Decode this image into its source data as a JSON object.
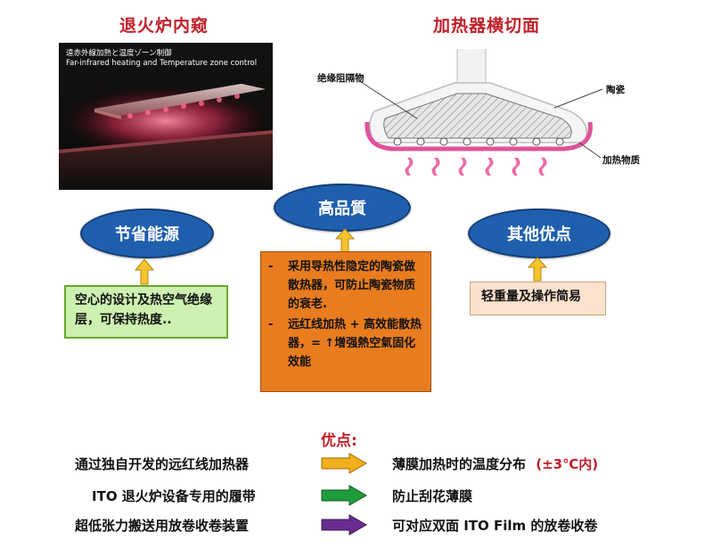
{
  "titles": {
    "kiln": "退火炉内窥",
    "cross_section": "加热器横切面"
  },
  "photo": {
    "caption_jp": "遠赤外線加熱と温度ゾーン制御",
    "caption_en": "Far-infrared heating and Temperature zone control"
  },
  "diagram": {
    "insulator_label": "绝缘阻隔物",
    "ceramic_label": "陶瓷",
    "heating_label": "加热物质"
  },
  "nodes": {
    "energy": "节省能源",
    "quality": "高品質",
    "other": "其他优点"
  },
  "boxes": {
    "energy_text": "空心的设计及热空气绝缘层，可保持热度..",
    "quality_items": [
      {
        "dash": "-",
        "text": "采用导热性隐定的陶瓷做散热器，可防止陶瓷物质的衰老."
      },
      {
        "dash": "-",
        "text": "远红线加热 + 高效能散热器，= ↑增强熱空氣固化效能"
      }
    ],
    "other_text": "轻重量及操作简易"
  },
  "advantages": {
    "heading": "优点:",
    "rows": [
      {
        "left": "通过独自开发的远红线加热器",
        "right_main": "薄膜加热时的温度分布",
        "right_accent": "(±3℃内)",
        "arrow_color": "#f2b01e"
      },
      {
        "left": "ITO 退火炉设备专用的履带",
        "right_main": "防止刮花薄膜",
        "right_accent": "",
        "arrow_color": "#1e9b3a"
      },
      {
        "left": "超低张力搬送用放卷收卷装置",
        "right_main": "可对应双面 ITO Film 的放卷收卷",
        "right_accent": "",
        "arrow_color": "#6a2c91"
      }
    ]
  },
  "colors": {
    "title_red": "#c0202a",
    "node_blue": "#1f5fae",
    "up_arrow": "#f5c431",
    "heater_pink": "#e0529a"
  }
}
